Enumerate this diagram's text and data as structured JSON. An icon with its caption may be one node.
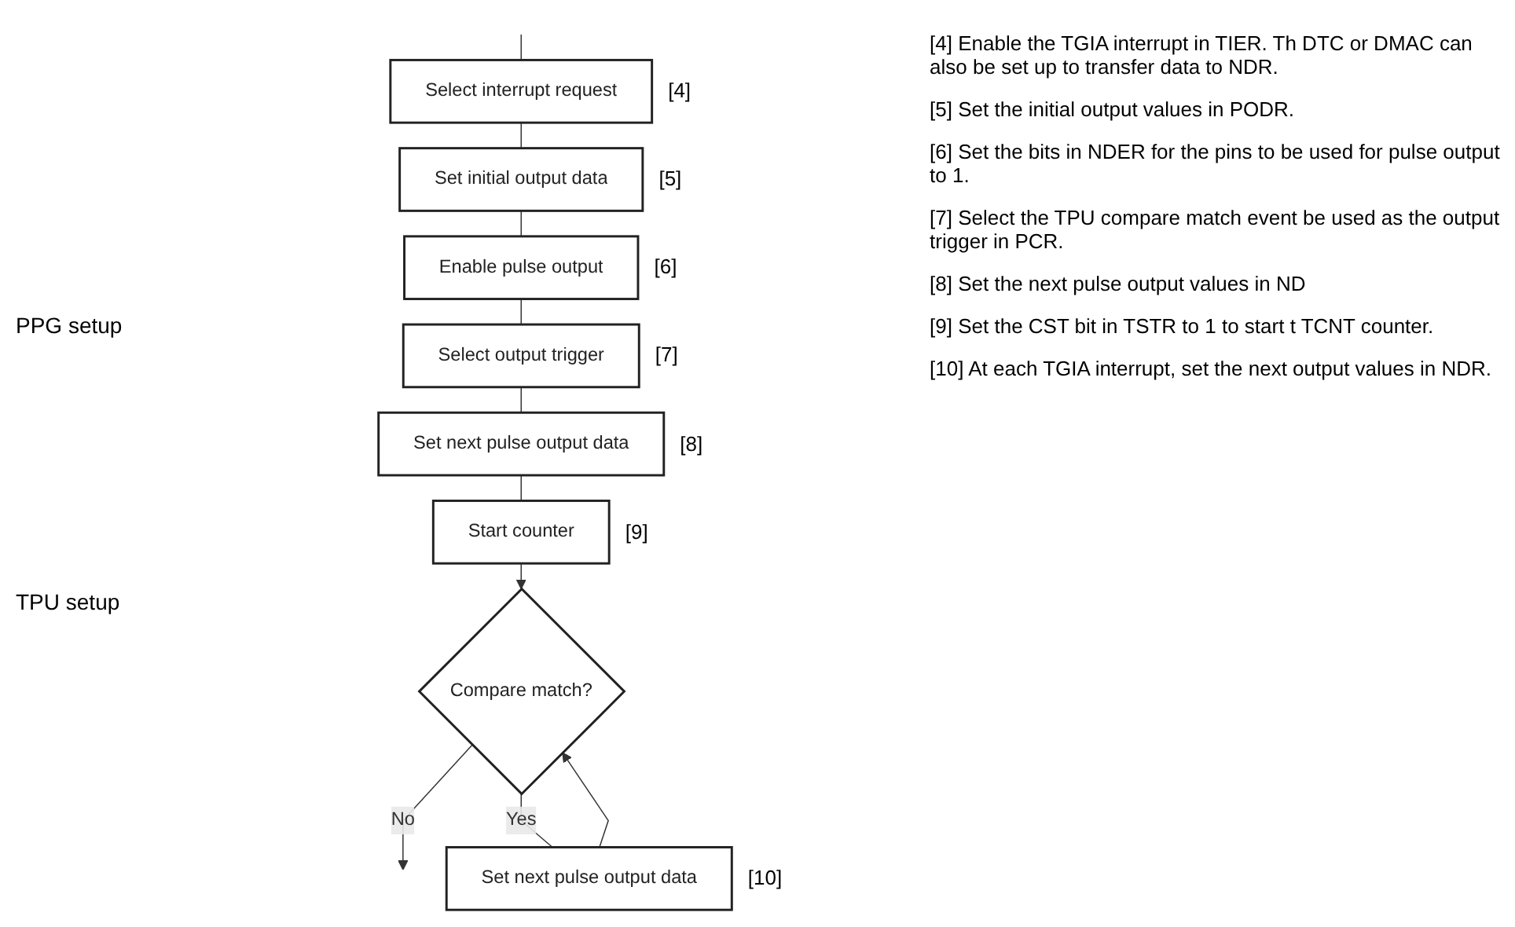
{
  "diagram": {
    "nodes": [
      {
        "text": [
          "Select interrupt request"
        ],
        "beside": [
          "[4]"
        ]
      },
      {
        "text": [
          "Set initial output data"
        ],
        "beside": [
          "[5]"
        ]
      },
      {
        "text": [
          "Enable pulse output"
        ],
        "beside": [
          "[6]"
        ]
      },
      {
        "text": [
          "Select output trigger"
        ],
        "beside": [
          "[7]"
        ]
      },
      {
        "text": [
          "Set next pulse output data"
        ],
        "beside": [
          "[8]"
        ]
      },
      {
        "text": [
          "Start counter"
        ],
        "beside": [
          "[9]"
        ]
      },
      {
        "text": [
          "Compare match?"
        ]
      },
      {
        "text": [
          "Set next pulse output data"
        ],
        "beside": [
          "[10]"
        ]
      }
    ],
    "edges": [
      {
        "from": null,
        "to": 0,
        "arrow": "none"
      },
      {
        "from": 0,
        "to": 1,
        "arrow": "none"
      },
      {
        "from": 1,
        "to": 2,
        "arrow": "none"
      },
      {
        "from": 2,
        "to": 3,
        "arrow": "none"
      },
      {
        "from": 3,
        "to": 4,
        "arrow": "none"
      },
      {
        "from": 4,
        "to": 5,
        "arrow": "none"
      },
      {
        "from": 5,
        "to": 6,
        "arrow": "to"
      },
      {
        "from": 6,
        "to": null,
        "arrow": "to",
        "label": "No"
      },
      {
        "from": 6,
        "to": 7,
        "arrow": "none",
        "label": "Yes"
      },
      {
        "from": 7,
        "to": 6,
        "arrow": "to"
      }
    ],
    "labels": [
      "PPG setup",
      "TPU setup",
      "[4] Enable the TGIA interrupt in TIER. Th DTC or DMAC can also be set up to transfer data to NDR.",
      "[5] Set the initial output values in PODR.",
      "[6] Set the bits in NDER for the pins to be used for pulse output to 1.",
      "[7] Select the TPU compare match event be used as the output trigger in PCR.",
      "[8] Set the next pulse output values in ND",
      "[9] Set the CST bit in TSTR to 1 to start t TCNT counter.",
      "[10] At each TGIA interrupt, set the next output values in NDR."
    ]
  }
}
